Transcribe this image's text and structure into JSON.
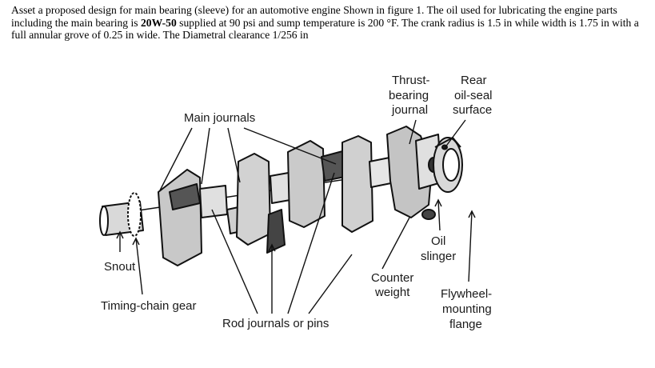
{
  "problem": {
    "text_before_oil": "Asset a proposed design for main bearing (sleeve) for an automotive engine Shown in figure 1. The oil used for lubricating the engine parts including the main bearing is ",
    "oil_grade": "20W-50",
    "text_after_oil": " supplied at 90 psi and sump temperature is 200 °F. The crank radius is 1.5 in while width is 1.75 in with a full annular grove of 0.25 in wide. The Diametral clearance 1/256 in"
  },
  "figure": {
    "labels": {
      "main_journals": "Main journals",
      "thrust_1": "Thrust-",
      "thrust_2": "bearing",
      "thrust_3": "journal",
      "rear_1": "Rear",
      "rear_2": "oil-seal",
      "rear_3": "surface",
      "snout": "Snout",
      "timing_chain": "Timing-chain gear",
      "rod_journals": "Rod journals or pins",
      "counter_1": "Counter",
      "counter_2": "weight",
      "oil_1": "Oil",
      "oil_2": "slinger",
      "flywheel_1": "Flywheel-",
      "flywheel_2": "mounting",
      "flywheel_3": "flange"
    }
  }
}
